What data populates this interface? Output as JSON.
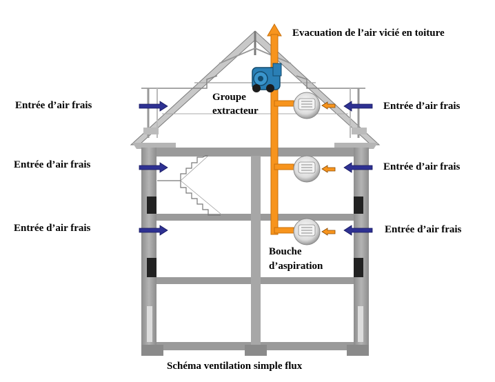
{
  "diagram": {
    "exhaust_label": "Evacuation de l’air vicié en toiture",
    "extractor_label_line1": "Groupe",
    "extractor_label_line2": "extracteur",
    "vent_label_line1": "Bouche",
    "vent_label_line2": "d’aspiration",
    "fresh_air_left": [
      "Entrée d’air frais",
      "Entrée d’air frais",
      "Entrée d’air frais"
    ],
    "fresh_air_right": [
      "Entrée d’air frais",
      "Entrée d’air frais",
      "Entrée d’air frais"
    ],
    "caption": "Schéma ventilation simple flux"
  },
  "colors": {
    "duct": "#f7941d",
    "duct_outline": "#c9700a",
    "inlet_arrow": "#2e3192",
    "wall": "#9a9a9a",
    "extractor": "#2a7fb5"
  },
  "icons": [
    "extractor-fan-icon",
    "vent-grille-icon",
    "blue-inlet-arrow-icon",
    "orange-flow-arrow-icon"
  ]
}
